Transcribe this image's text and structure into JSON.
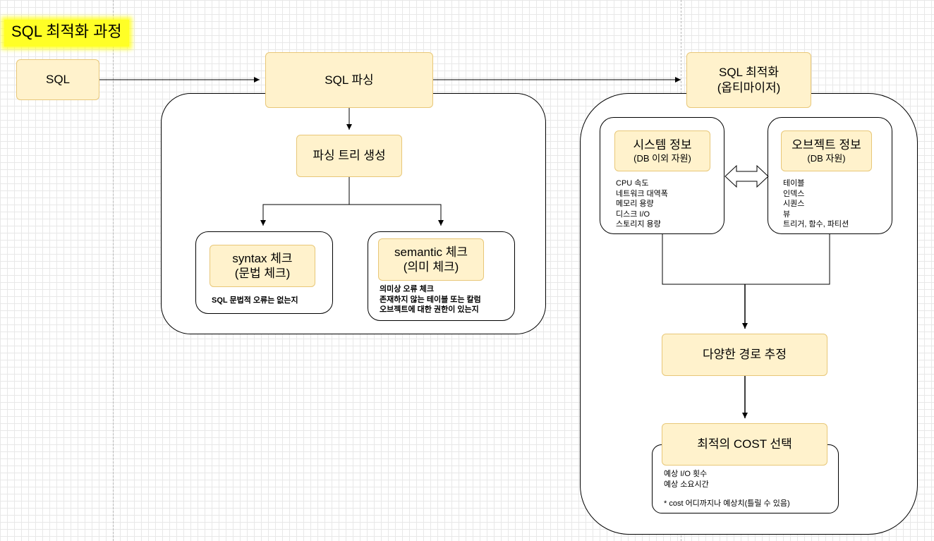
{
  "title": "SQL 최적화 과정",
  "sql_node": "SQL",
  "parsing": {
    "header": "SQL 파싱",
    "parse_tree": "파싱 트리 생성",
    "syntax": {
      "label_1": "syntax 체크",
      "label_2": "(문법 체크)",
      "notes": [
        "SQL 문법적 오류는 없는지"
      ]
    },
    "semantic": {
      "label_1": "semantic 체크",
      "label_2": "(의미 체크)",
      "notes": [
        "의미상 오류 체크",
        "존재하지 않는 테이블 또는 칼럼",
        "오브젝트에 대한 권한이 있는지"
      ]
    }
  },
  "optimizer": {
    "header_1": "SQL 최적화",
    "header_2": "(옵티마이저)",
    "system_info": {
      "label": "시스템 정보",
      "sub": "(DB 이외 자원)",
      "items": [
        "CPU 속도",
        "네트워크 대역폭",
        "메모리 용량",
        "디스크 I/O",
        "스토리지 용량"
      ]
    },
    "object_info": {
      "label": "오브젝트 정보",
      "sub": "(DB 자원)",
      "items": [
        "테이블",
        "인덱스",
        "시퀀스",
        "뷰",
        "트리거, 함수, 파티션"
      ]
    },
    "paths": "다양한 경로 추정",
    "cost": {
      "label": "최적의 COST 선택",
      "notes": [
        "예상 I/O 횟수",
        "예상 소요시간"
      ],
      "footnote": "* cost 어디까지나 예상치(틀릴 수 있음)"
    }
  }
}
